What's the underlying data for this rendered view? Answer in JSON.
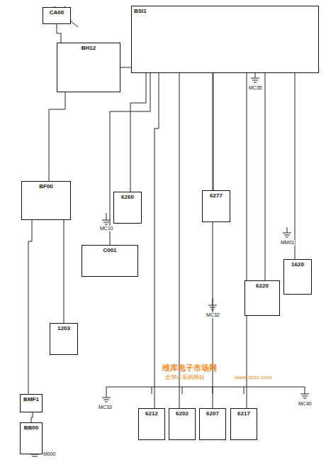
{
  "diagram": {
    "nodes": [
      {
        "text": [
          "CA00"
        ]
      },
      {
        "text": [
          "BSI1"
        ]
      },
      {
        "text": [
          "BH12"
        ]
      },
      {
        "text": [
          "BF00"
        ]
      },
      {
        "text": [
          "6260"
        ]
      },
      {
        "text": [
          "6277"
        ]
      },
      {
        "text": [
          "C001"
        ]
      },
      {
        "text": [
          "6220"
        ]
      },
      {
        "text": [
          "1620"
        ]
      },
      {
        "text": [
          "1203"
        ]
      },
      {
        "text": [
          "BMF1"
        ]
      },
      {
        "text": [
          "BB00"
        ]
      },
      {
        "text": [
          "6212"
        ]
      },
      {
        "text": [
          "6202"
        ]
      },
      {
        "text": [
          "6207"
        ]
      },
      {
        "text": [
          "6217"
        ]
      }
    ],
    "edges": [
      {
        "from": 0,
        "to": 2,
        "arrow": "none"
      },
      {
        "from": 2,
        "to": 1,
        "arrow": "none"
      },
      {
        "from": 3,
        "to": 2,
        "arrow": "none"
      },
      {
        "from": 10,
        "to": 3,
        "arrow": "none"
      },
      {
        "from": 11,
        "to": 10,
        "arrow": "none"
      },
      {
        "from": 4,
        "to": 1,
        "arrow": "none"
      },
      {
        "from": 5,
        "to": 1,
        "arrow": "none"
      },
      {
        "from": 6,
        "to": 1,
        "arrow": "none"
      },
      {
        "from": 7,
        "to": 1,
        "arrow": "none"
      },
      {
        "from": 8,
        "to": 1,
        "arrow": "none"
      },
      {
        "from": 9,
        "to": 3,
        "arrow": "none"
      },
      {
        "from": 12,
        "to": 1,
        "arrow": "none"
      },
      {
        "from": 13,
        "to": 1,
        "arrow": "none"
      },
      {
        "from": 14,
        "to": 1,
        "arrow": "none"
      },
      {
        "from": 15,
        "to": 1,
        "arrow": "none"
      }
    ],
    "labels": [
      "MC10",
      "MC32",
      "MC33",
      "MC40",
      "MC35",
      "MM01",
      "M000",
      "维库电子市场网",
      "全球IC采购网站",
      "www.dzsc.com"
    ]
  }
}
